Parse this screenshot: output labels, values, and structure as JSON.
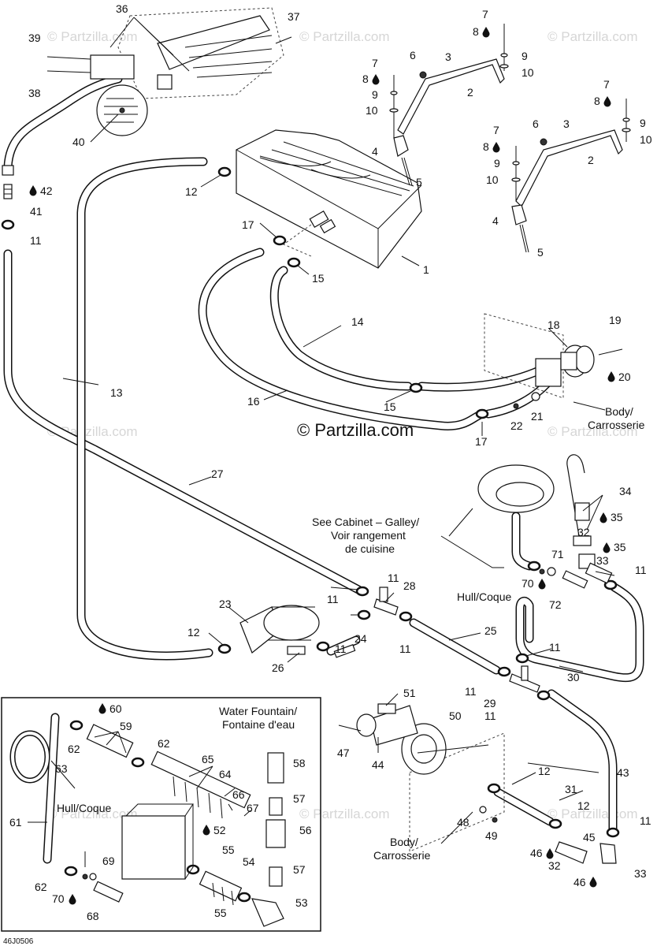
{
  "diagram": {
    "code": "46J0506",
    "watermark_main": "© Partzilla.com",
    "watermark_faint": "© Partzilla.com",
    "notes": {
      "body_right_1": "Body/",
      "body_right_2": "Carrosserie",
      "see_cabinet_1": "See Cabinet – Galley/",
      "see_cabinet_2": "Voir rangement",
      "see_cabinet_3": "de cuisine",
      "hull_right": "Hull/Coque",
      "body_bottom_1": "Body/",
      "body_bottom_2": "Carrosserie",
      "fountain_1": "Water Fountain/",
      "fountain_2": "Fontaine d'eau",
      "hull_inset": "Hull/Coque"
    },
    "callouts": [
      "1",
      "2",
      "3",
      "4",
      "5",
      "6",
      "7",
      "8",
      "9",
      "10",
      "11",
      "12",
      "13",
      "14",
      "15",
      "16",
      "17",
      "18",
      "19",
      "20",
      "21",
      "22",
      "23",
      "24",
      "25",
      "26",
      "27",
      "28",
      "29",
      "30",
      "31",
      "32",
      "33",
      "34",
      "35",
      "36",
      "37",
      "38",
      "39",
      "40",
      "41",
      "42",
      "43",
      "44",
      "45",
      "46",
      "47",
      "48",
      "49",
      "50",
      "51",
      "52",
      "53",
      "54",
      "55",
      "56",
      "57",
      "58",
      "59",
      "60",
      "61",
      "62",
      "63",
      "64",
      "65",
      "66",
      "67",
      "68",
      "69",
      "70",
      "71",
      "72"
    ]
  }
}
